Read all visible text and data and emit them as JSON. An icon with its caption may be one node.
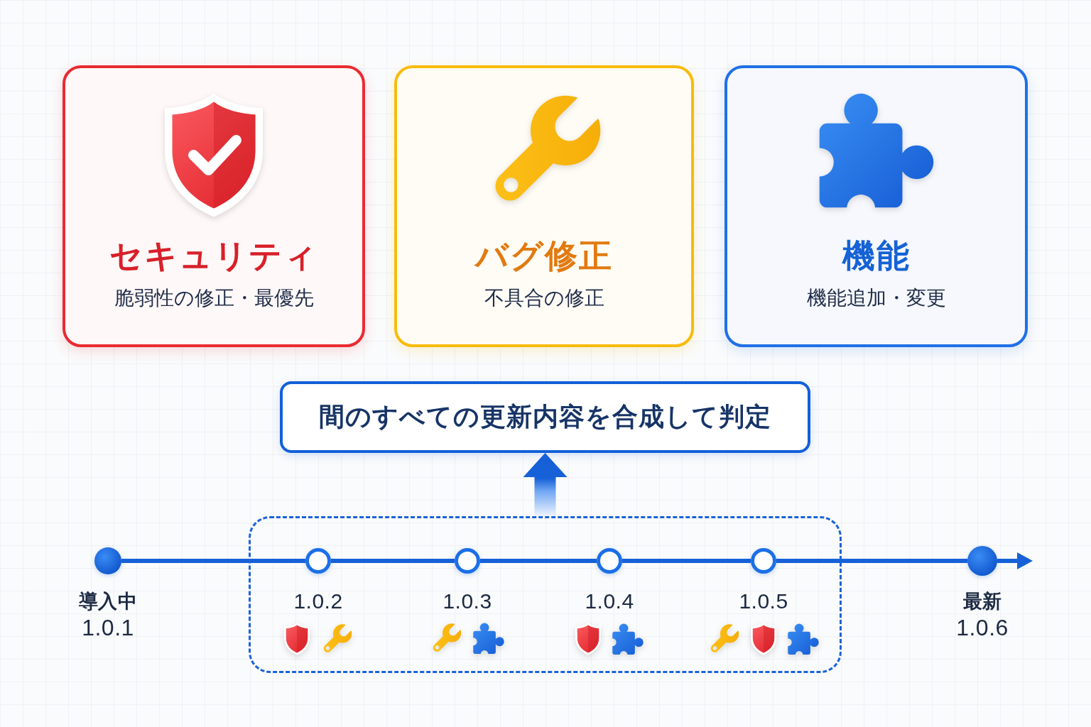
{
  "diagram": {
    "nodes": [
      {
        "text": [
          "セキュリティ",
          "脆弱性の修正・最優先"
        ]
      },
      {
        "text": [
          "バグ修正",
          "不具合の修正"
        ]
      },
      {
        "text": [
          "機能",
          "機能追加・変更"
        ]
      },
      {
        "text": [
          "間のすべての更新内容を合成して判定"
        ]
      },
      {
        "text": [],
        "shape": "box"
      },
      {
        "text": [
          "導入中",
          "1.0.1"
        ]
      },
      {
        "text": [
          "1.0.2"
        ],
        "in": 4
      },
      {
        "text": [
          "1.0.3"
        ],
        "in": 4
      },
      {
        "text": [
          "1.0.4"
        ],
        "in": 4
      },
      {
        "text": [
          "1.0.5"
        ],
        "in": 4
      },
      {
        "text": [
          "最新",
          "1.0.6"
        ]
      }
    ],
    "edges": [
      {
        "from": 4,
        "to": 3,
        "arrow": "to",
        "style": "thick"
      },
      {
        "from": 5,
        "to": 6,
        "arrow": "none"
      },
      {
        "from": 6,
        "to": 7,
        "arrow": "none"
      },
      {
        "from": 7,
        "to": 8,
        "arrow": "none"
      },
      {
        "from": 8,
        "to": 9,
        "arrow": "none"
      },
      {
        "from": 9,
        "to": 10,
        "arrow": "none"
      },
      {
        "from": 10,
        "to": null,
        "arrow": "to"
      }
    ]
  }
}
